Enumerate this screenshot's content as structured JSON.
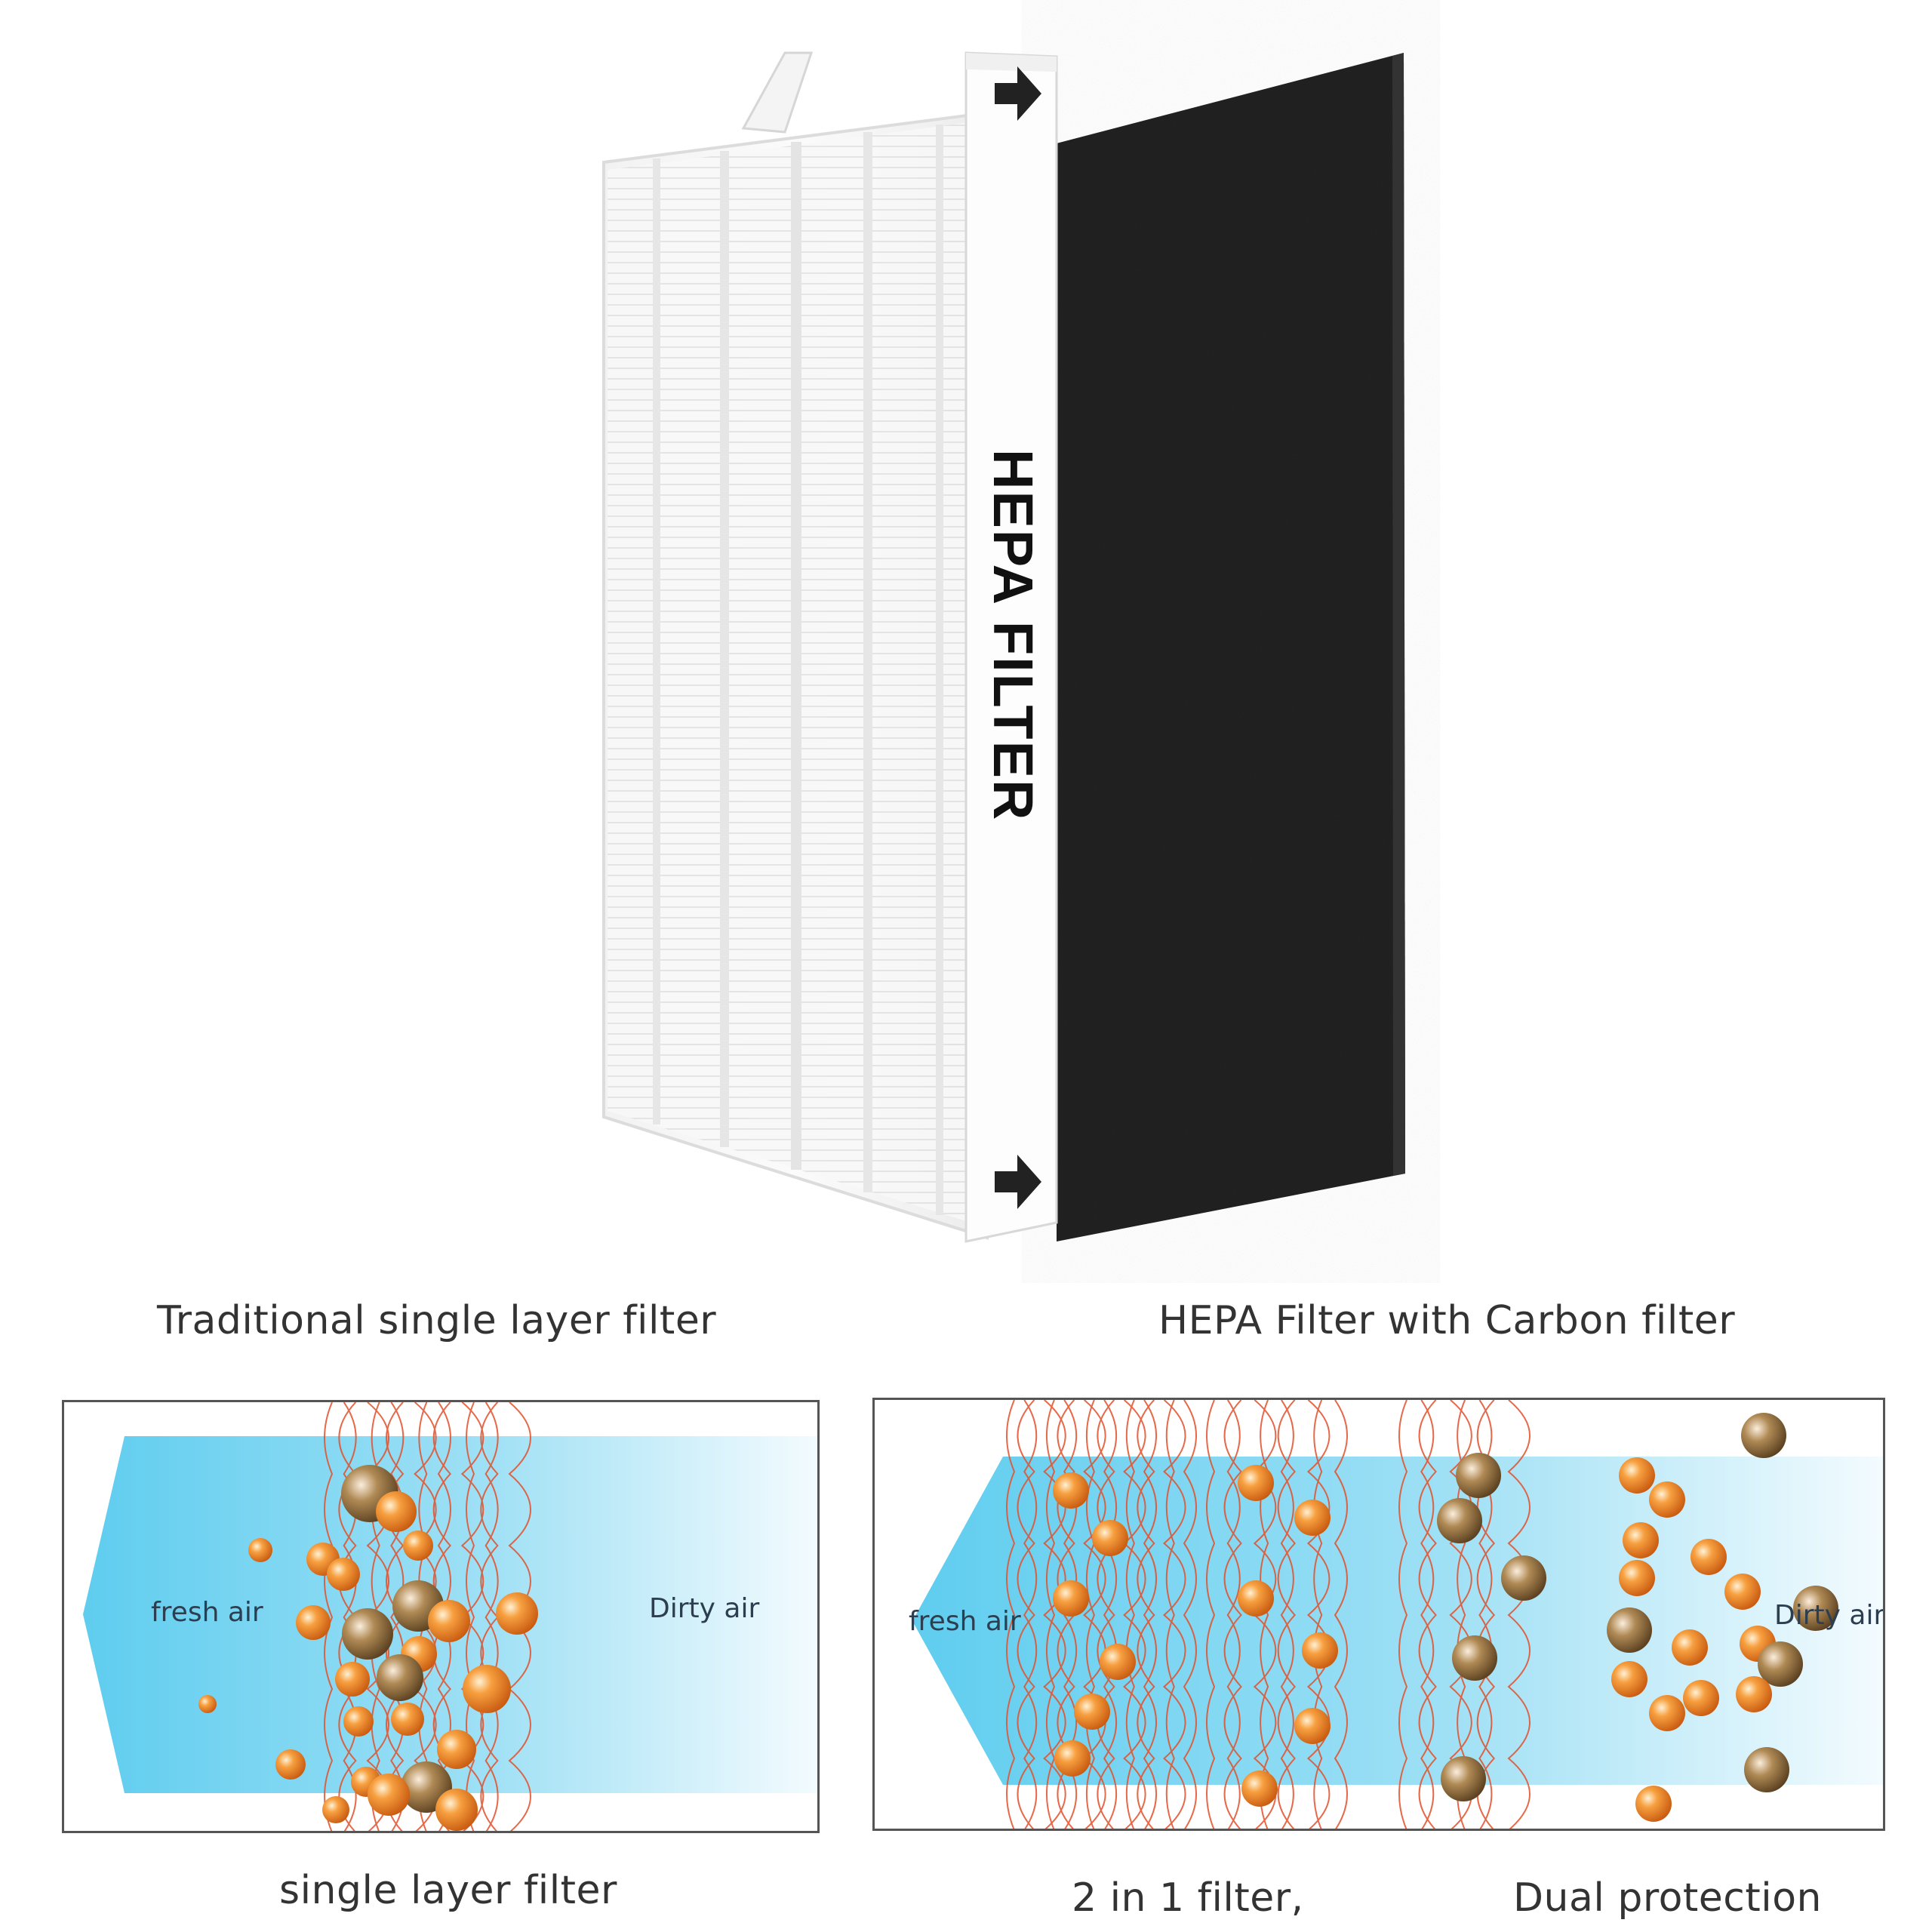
{
  "product": {
    "hepa_label": "HEPA FILTER",
    "filter_white": "#f7f7f7",
    "carbon_color": "#161616",
    "arrow_color": "#222222"
  },
  "left_section": {
    "title": "Traditional single layer filter",
    "caption": "single layer filter",
    "fresh_air_label": "fresh air",
    "dirty_air_label": "Dirty air"
  },
  "right_section": {
    "title": "HEPA Filter with Carbon filter",
    "caption_part1": "2  in 1 filter,",
    "caption_part2": "Dual protection",
    "fresh_air_label": "fresh air",
    "dirty_air_label": "Dirty air"
  },
  "colors": {
    "air_blue": "#5fcdef",
    "fiber_red": "#e2502b",
    "particle_orange": "#e8741b",
    "particle_brown": "#8a6a3f",
    "border": "#555555"
  }
}
